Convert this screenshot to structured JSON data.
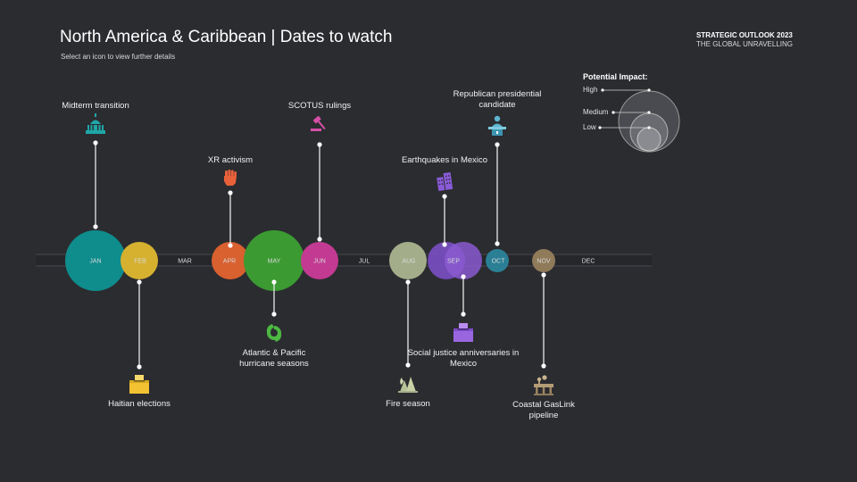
{
  "header": {
    "title": "North America & Caribbean | Dates to watch",
    "subtitle": "Select an icon to view further details"
  },
  "brand": {
    "line1": "STRATEGIC OUTLOOK 2023",
    "line2": "THE GLOBAL UNRAVELLING"
  },
  "legend": {
    "title": "Potential Impact:",
    "high": "High",
    "medium": "Medium",
    "low": "Low"
  },
  "months": [
    "JAN",
    "FEB",
    "MAR",
    "APR",
    "MAY",
    "JUN",
    "JUL",
    "AUG",
    "SEP",
    "OCT",
    "NOV",
    "DEC"
  ],
  "events": {
    "midterm": "Midterm transition",
    "haiti": "Haitian elections",
    "xr": "XR activism",
    "hurricane": "Atlantic & Pacific hurricane seasons",
    "scotus": "SCOTUS rulings",
    "fire": "Fire season",
    "earthquake": "Earthquakes in Mexico",
    "social": "Social justice anniversaries in Mexico",
    "republican": "Republican presidential candidate",
    "pipeline": "Coastal GasLink pipeline"
  },
  "colors": {
    "background": "#2b2c30",
    "midterm": "#0f8c8c",
    "haiti": "#d6b130",
    "xr": "#d9602f",
    "hurricane": "#3b9a32",
    "scotus": "#c23a92",
    "fire": "#a4ad8a",
    "earthquake": "#7a4fc4",
    "social": "#8a5ad0",
    "republican": "#2a7f95",
    "pipeline": "#8f7a5a"
  },
  "icons": {
    "midterm": "capitol-icon",
    "haiti": "ballot-box-icon",
    "xr": "raised-fist-icon",
    "hurricane": "hurricane-icon",
    "scotus": "gavel-icon",
    "fire": "wildfire-icon",
    "earthquake": "earthquake-icon",
    "social": "ballot-box-icon",
    "republican": "podium-icon",
    "pipeline": "pipeline-icon"
  }
}
